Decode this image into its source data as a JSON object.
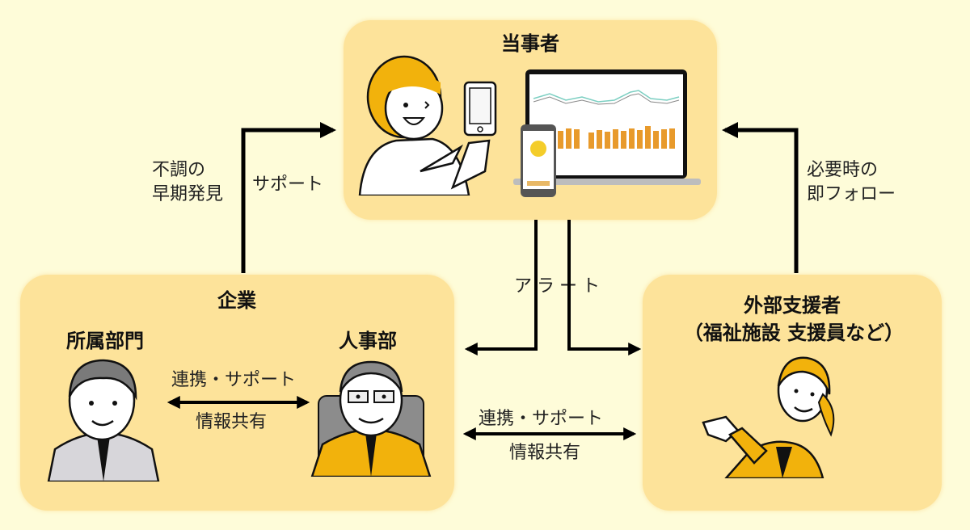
{
  "diagram": {
    "nodes": {
      "person": {
        "title": "当事者"
      },
      "company": {
        "title": "企業",
        "departments": [
          {
            "title": "所属部門"
          },
          {
            "title": "人事部"
          }
        ],
        "internal_link": {
          "top": "連携・サポート",
          "bottom": "情報共有"
        }
      },
      "external": {
        "title_line1": "外部支援者",
        "title_line2": "（福祉施設 支援員など）"
      }
    },
    "edges": {
      "company_to_person": {
        "left_label_line1": "不調の",
        "left_label_line2": "早期発見",
        "right_label": "サポート"
      },
      "external_to_person": {
        "label_line1": "必要時の",
        "label_line2": "即フォロー"
      },
      "person_alert": {
        "label": "アラート"
      },
      "company_external": {
        "top": "連携・サポート",
        "bottom": "情報共有"
      }
    },
    "colors": {
      "background": "#fefcd9",
      "box": "#fde39a",
      "accent_orange": "#f2b20c",
      "arrow": "#000000"
    }
  }
}
